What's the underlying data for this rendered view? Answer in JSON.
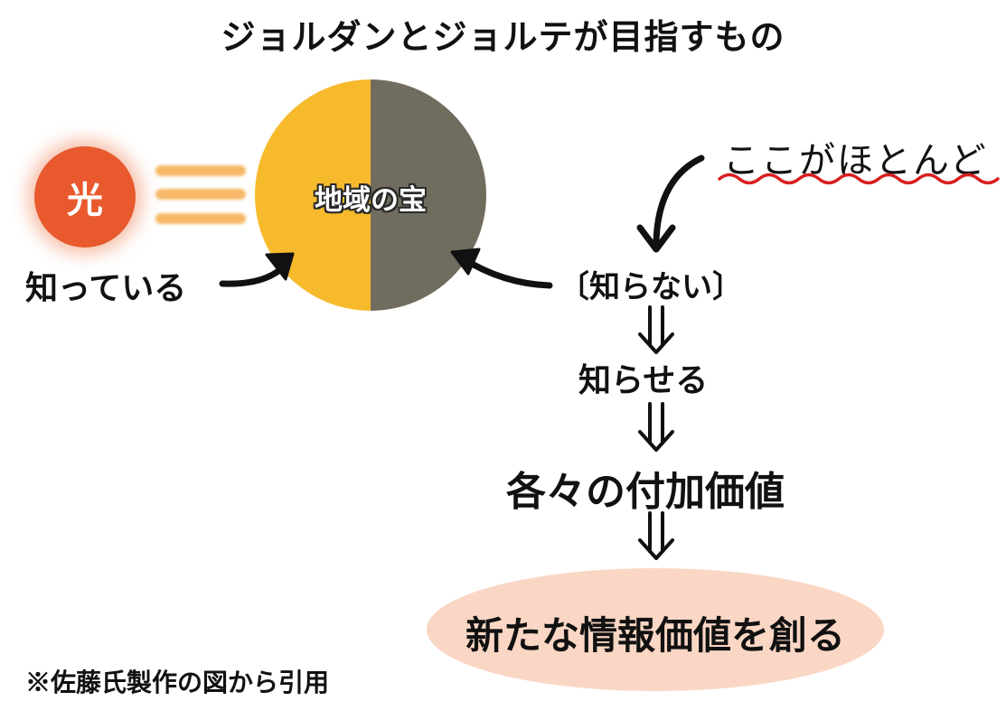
{
  "title": "ジョルダンとジョルテが目指すもの",
  "light": {
    "label": "光"
  },
  "globe": {
    "label": "地域の宝"
  },
  "known_label": "知っている",
  "unknown_label": "〔知らない〕",
  "most_here_label": "ここがほとんど",
  "steps": {
    "inform": "知らせる",
    "added_value": "各々の付加価値",
    "new_value": "新たな情報価値を創る"
  },
  "footnote": "※佐藤氏製作の図から引用",
  "colors": {
    "light_orb": "#e85a2e",
    "rays": "#f6b866",
    "globe_known": "#f7ba2c",
    "globe_unknown": "#716d5e",
    "highlight_ellipse": "#fad7c4",
    "wavy_underline": "#d81e1e"
  }
}
